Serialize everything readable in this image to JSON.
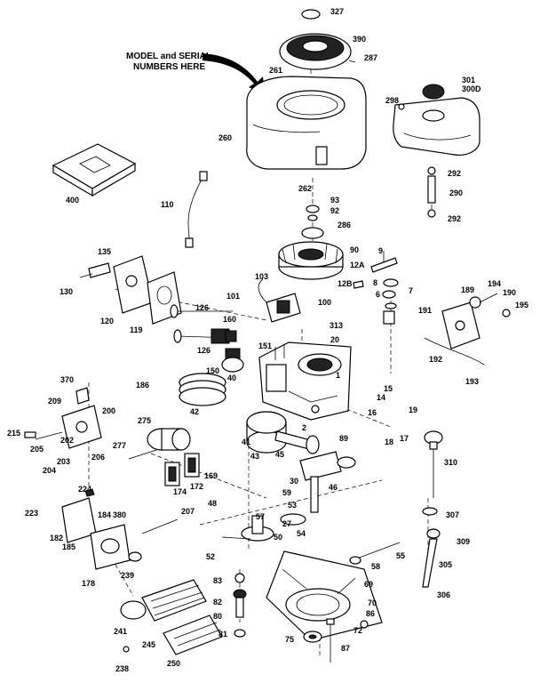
{
  "callout": {
    "line1": "MODEL and SERIAL",
    "line2": "NUMBERS HERE"
  },
  "labels": {
    "p327": "327",
    "p390": "390",
    "p287": "287",
    "p261": "261",
    "p301": "301",
    "p300D": "300D",
    "p298": "298",
    "p260": "260",
    "p292a": "292",
    "p290": "290",
    "p292b": "292",
    "p262": "262",
    "p93": "93",
    "p92": "92",
    "p286": "286",
    "p400": "400",
    "p110": "110",
    "p90": "90",
    "p9": "9",
    "p12A": "12A",
    "p8": "8",
    "p12B": "12B",
    "p6": "6",
    "p7": "7",
    "p103": "103",
    "p135": "135",
    "p130": "130",
    "p120": "120",
    "p119": "119",
    "p101": "101",
    "p100": "100",
    "p126a": "126",
    "p160": "160",
    "p313": "313",
    "p20": "20",
    "p126b": "126",
    "p151": "151",
    "p189": "189",
    "p194": "194",
    "p190": "190",
    "p191": "191",
    "p195": "195",
    "p192": "192",
    "p193": "193",
    "p370": "370",
    "p186": "186",
    "p150": "150",
    "p40": "40",
    "p1": "1",
    "p15": "15",
    "p14": "14",
    "p209": "209",
    "p200": "200",
    "p42": "42",
    "p19": "19",
    "p275": "275",
    "p16": "16",
    "p17": "17",
    "p18": "18",
    "p215": "215",
    "p202": "202",
    "p205": "205",
    "p206": "206",
    "p203": "203",
    "p204": "204",
    "p2": "2",
    "p89": "89",
    "p41": "41",
    "p277": "277",
    "p43": "43",
    "p45": "45",
    "p310": "310",
    "p172": "172",
    "p169": "169",
    "p174": "174",
    "p30": "30",
    "p46": "46",
    "p224": "224",
    "p59": "59",
    "p48": "48",
    "p53": "53",
    "p223": "223",
    "p184": "184",
    "p380": "380",
    "p207": "207",
    "p57": "57",
    "p54": "54",
    "p307": "307",
    "p182": "182",
    "p185": "185",
    "p27": "27",
    "p50": "50",
    "p309": "309",
    "p178": "178",
    "p239": "239",
    "p52": "52",
    "p55": "55",
    "p58": "58",
    "p305": "305",
    "p83": "83",
    "p69": "69",
    "p306": "306",
    "p82": "82",
    "p70": "70",
    "p241": "241",
    "p80": "80",
    "p86": "86",
    "p81": "81",
    "p72": "72",
    "p245": "245",
    "p75": "75",
    "p87": "87",
    "p238": "238",
    "p250": "250"
  }
}
